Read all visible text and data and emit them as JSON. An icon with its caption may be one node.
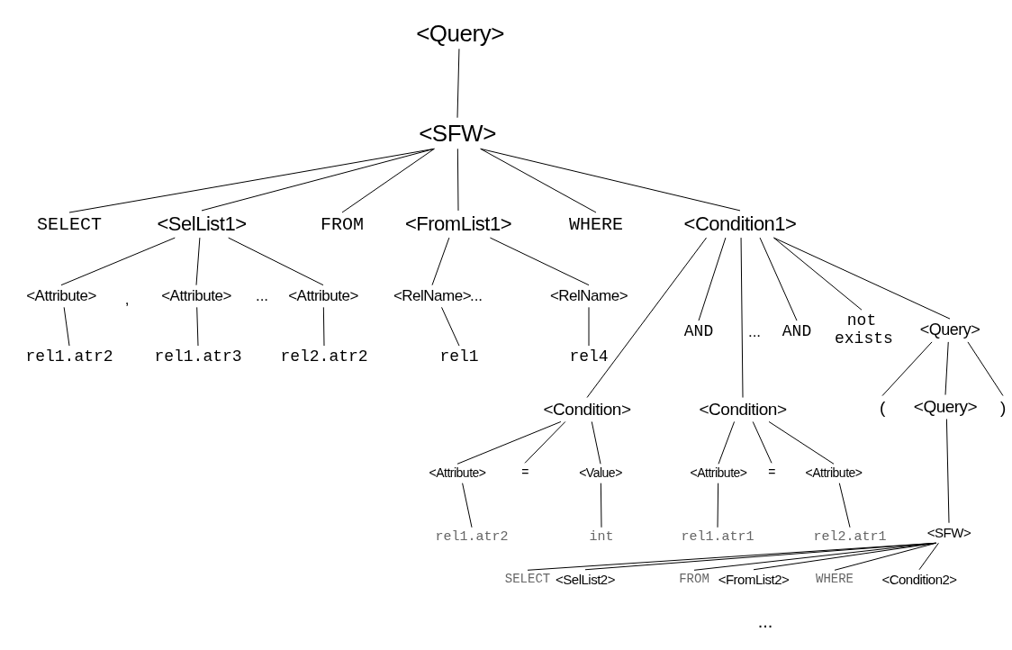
{
  "diagram": {
    "nodes": [
      {
        "text": [
          "<Query>"
        ]
      },
      {
        "text": [
          "<SFW>"
        ]
      },
      {
        "text": [
          "SELECT"
        ]
      },
      {
        "text": [
          "<SelList1>"
        ]
      },
      {
        "text": [
          "FROM"
        ]
      },
      {
        "text": [
          "<FromList1>"
        ]
      },
      {
        "text": [
          "WHERE"
        ]
      },
      {
        "text": [
          "<Condition1>"
        ]
      },
      {
        "text": [
          "<Attribute>"
        ]
      },
      {
        "text": [
          "<Attribute>"
        ]
      },
      {
        "text": [
          "<Attribute>"
        ]
      },
      {
        "text": [
          "<RelName>"
        ]
      },
      {
        "text": [
          "<RelName>"
        ]
      },
      {
        "text": [
          "rel1.atr2"
        ]
      },
      {
        "text": [
          "rel1.atr3"
        ]
      },
      {
        "text": [
          "rel2.atr2"
        ]
      },
      {
        "text": [
          "rel1"
        ]
      },
      {
        "text": [
          "rel4"
        ]
      },
      {
        "text": [
          "AND"
        ]
      },
      {
        "text": [
          "AND"
        ]
      },
      {
        "text": [
          "not exists"
        ]
      },
      {
        "text": [
          "<Query>"
        ]
      },
      {
        "text": [
          "<Condition>"
        ]
      },
      {
        "text": [
          "<Condition>"
        ]
      },
      {
        "text": [
          "("
        ]
      },
      {
        "text": [
          "<Query>"
        ]
      },
      {
        "text": [
          ")"
        ]
      },
      {
        "text": [
          "<Attribute>"
        ]
      },
      {
        "text": [
          "="
        ]
      },
      {
        "text": [
          "<Value>"
        ]
      },
      {
        "text": [
          "<Attribute>"
        ]
      },
      {
        "text": [
          "="
        ]
      },
      {
        "text": [
          "<Attribute>"
        ]
      },
      {
        "text": [
          "rel1.atr2"
        ]
      },
      {
        "text": [
          "int"
        ]
      },
      {
        "text": [
          "rel1.atr1"
        ]
      },
      {
        "text": [
          "rel2.atr1"
        ]
      },
      {
        "text": [
          "<SFW>"
        ]
      },
      {
        "text": [
          "SELECT"
        ]
      },
      {
        "text": [
          "<SelList2>"
        ]
      },
      {
        "text": [
          "FROM"
        ]
      },
      {
        "text": [
          "<FromList2>"
        ]
      },
      {
        "text": [
          "WHERE"
        ]
      },
      {
        "text": [
          "<Condition2>"
        ]
      }
    ],
    "edges": [
      {
        "from": 0,
        "to": 1,
        "arrow": "none"
      },
      {
        "from": 1,
        "to": 2,
        "arrow": "none"
      },
      {
        "from": 1,
        "to": 3,
        "arrow": "none"
      },
      {
        "from": 1,
        "to": 4,
        "arrow": "none"
      },
      {
        "from": 1,
        "to": 5,
        "arrow": "none"
      },
      {
        "from": 1,
        "to": 6,
        "arrow": "none"
      },
      {
        "from": 1,
        "to": 7,
        "arrow": "none"
      },
      {
        "from": 3,
        "to": 8,
        "arrow": "none"
      },
      {
        "from": 3,
        "to": 9,
        "arrow": "none"
      },
      {
        "from": 3,
        "to": 10,
        "arrow": "none"
      },
      {
        "from": 5,
        "to": 11,
        "arrow": "none"
      },
      {
        "from": 5,
        "to": 12,
        "arrow": "none"
      },
      {
        "from": 8,
        "to": 13,
        "arrow": "none"
      },
      {
        "from": 9,
        "to": 14,
        "arrow": "none"
      },
      {
        "from": 10,
        "to": 15,
        "arrow": "none"
      },
      {
        "from": 11,
        "to": 16,
        "arrow": "none"
      },
      {
        "from": 12,
        "to": 17,
        "arrow": "none"
      },
      {
        "from": 7,
        "to": 22,
        "arrow": "none"
      },
      {
        "from": 7,
        "to": 18,
        "arrow": "none"
      },
      {
        "from": 7,
        "to": 23,
        "arrow": "none"
      },
      {
        "from": 7,
        "to": 19,
        "arrow": "none"
      },
      {
        "from": 7,
        "to": 20,
        "arrow": "none"
      },
      {
        "from": 7,
        "to": 21,
        "arrow": "none"
      },
      {
        "from": 21,
        "to": 24,
        "arrow": "none"
      },
      {
        "from": 21,
        "to": 25,
        "arrow": "none"
      },
      {
        "from": 21,
        "to": 26,
        "arrow": "none"
      },
      {
        "from": 22,
        "to": 27,
        "arrow": "none"
      },
      {
        "from": 22,
        "to": 28,
        "arrow": "none"
      },
      {
        "from": 22,
        "to": 29,
        "arrow": "none"
      },
      {
        "from": 23,
        "to": 30,
        "arrow": "none"
      },
      {
        "from": 23,
        "to": 31,
        "arrow": "none"
      },
      {
        "from": 23,
        "to": 32,
        "arrow": "none"
      },
      {
        "from": 27,
        "to": 33,
        "arrow": "none"
      },
      {
        "from": 29,
        "to": 34,
        "arrow": "none"
      },
      {
        "from": 30,
        "to": 35,
        "arrow": "none"
      },
      {
        "from": 32,
        "to": 36,
        "arrow": "none"
      },
      {
        "from": 25,
        "to": 37,
        "arrow": "none"
      },
      {
        "from": 37,
        "to": 38,
        "arrow": "none"
      },
      {
        "from": 37,
        "to": 39,
        "arrow": "none"
      },
      {
        "from": 37,
        "to": 40,
        "arrow": "none"
      },
      {
        "from": 37,
        "to": 41,
        "arrow": "none"
      },
      {
        "from": 37,
        "to": 42,
        "arrow": "none"
      },
      {
        "from": 37,
        "to": 43,
        "arrow": "none"
      }
    ],
    "labels": [
      ",",
      "...",
      "...",
      "...",
      "..."
    ]
  }
}
